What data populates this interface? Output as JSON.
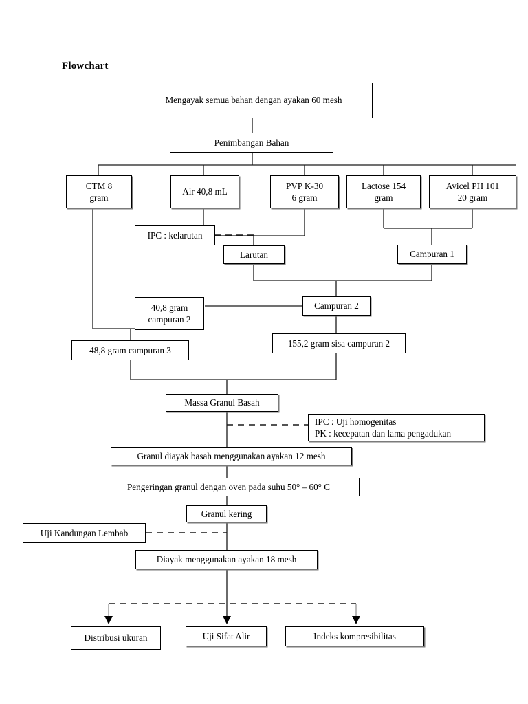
{
  "page": {
    "title": "Flowchart",
    "language": "id",
    "background_color": "#ffffff",
    "line_color": "#1a1a1a",
    "box_border_color": "#000000"
  },
  "chart_data": {
    "type": "diagram",
    "diagram_kind": "process-flowchart",
    "title": "Flowchart",
    "orientation": "top-to-bottom",
    "node_count": 21,
    "nodes": [
      {
        "id": "n1",
        "label": "Mengayak semua bahan dengan ayakan 60 mesh",
        "shape": "rect",
        "role": "process"
      },
      {
        "id": "n2",
        "label": "Penimbangan Bahan",
        "shape": "rect",
        "role": "process"
      },
      {
        "id": "n3",
        "label": "CTM 8\ngram",
        "line1": "CTM 8",
        "line2": "gram",
        "shape": "rect",
        "role": "material"
      },
      {
        "id": "n4",
        "label": "Air 40,8 mL",
        "line1": "Air 40,8 mL",
        "line2": "",
        "shape": "rect",
        "role": "material"
      },
      {
        "id": "n5",
        "label": "PVP K-30\n6 gram",
        "line1": "PVP K-30",
        "line2": "6 gram",
        "shape": "rect",
        "role": "material"
      },
      {
        "id": "n6",
        "label": "Lactose 154\ngram",
        "line1": "Lactose 154",
        "line2": "gram",
        "shape": "rect",
        "role": "material"
      },
      {
        "id": "n7",
        "label": "Avicel PH 101\n20 gram",
        "line1": "Avicel PH 101",
        "line2": "20 gram",
        "shape": "rect",
        "role": "material"
      },
      {
        "id": "n8",
        "label": "IPC : kelarutan",
        "shape": "rect",
        "role": "control-check"
      },
      {
        "id": "n9",
        "label": "Larutan",
        "shape": "rect",
        "role": "intermediate"
      },
      {
        "id": "n10",
        "label": "Campuran 1",
        "shape": "rect",
        "role": "intermediate"
      },
      {
        "id": "n11",
        "label": "40,8 gram\ncampuran 2",
        "line1": "40,8 gram",
        "line2": "campuran 2",
        "shape": "rect",
        "role": "intermediate"
      },
      {
        "id": "n12",
        "label": "Campuran 2",
        "shape": "rect",
        "role": "intermediate"
      },
      {
        "id": "n13",
        "label": "48,8 gram campuran 3",
        "shape": "rect",
        "role": "intermediate"
      },
      {
        "id": "n14",
        "label": "155,2 gram sisa campuran 2",
        "shape": "rect",
        "role": "intermediate"
      },
      {
        "id": "n15",
        "label": "Massa Granul Basah",
        "shape": "rect",
        "role": "intermediate"
      },
      {
        "id": "n16",
        "label": "IPC : Uji homogenitas\nPK : kecepatan dan lama pengadukan",
        "line1": "IPC : Uji homogenitas",
        "line2": "PK : kecepatan dan lama pengadukan",
        "shape": "rect",
        "role": "control-check",
        "align": "left"
      },
      {
        "id": "n17",
        "label": "Granul diayak basah menggunakan ayakan 12 mesh",
        "shape": "rect",
        "role": "process"
      },
      {
        "id": "n18",
        "label": "Pengeringan granul dengan oven pada suhu 50° – 60° C",
        "shape": "rect",
        "role": "process"
      },
      {
        "id": "n19",
        "label": "Granul kering",
        "shape": "rect",
        "role": "intermediate"
      },
      {
        "id": "n20",
        "label": "Uji Kandungan Lembab",
        "shape": "rect",
        "role": "control-check"
      },
      {
        "id": "n21",
        "label": "Diayak menggunakan ayakan 18 mesh",
        "shape": "rect",
        "role": "process"
      },
      {
        "id": "n22",
        "label": "Distribusi ukuran",
        "shape": "rect",
        "role": "output-test"
      },
      {
        "id": "n23",
        "label": "Uji Sifat Alir",
        "shape": "rect",
        "role": "output-test"
      },
      {
        "id": "n24",
        "label": "Indeks kompresibilitas",
        "shape": "rect",
        "role": "output-test"
      }
    ],
    "edges": [
      {
        "from": "n1",
        "to": "n2",
        "style": "solid"
      },
      {
        "from": "n2",
        "to": "n3",
        "style": "solid"
      },
      {
        "from": "n2",
        "to": "n4",
        "style": "solid"
      },
      {
        "from": "n2",
        "to": "n5",
        "style": "solid"
      },
      {
        "from": "n2",
        "to": "n6",
        "style": "solid"
      },
      {
        "from": "n2",
        "to": "n7",
        "style": "solid"
      },
      {
        "from": "n4",
        "to": "n9",
        "style": "solid"
      },
      {
        "from": "n5",
        "to": "n9",
        "style": "solid"
      },
      {
        "from": "n8",
        "to": "n9",
        "style": "dashed"
      },
      {
        "from": "n6",
        "to": "n10",
        "style": "solid"
      },
      {
        "from": "n7",
        "to": "n10",
        "style": "solid"
      },
      {
        "from": "n9",
        "to": "n12",
        "style": "solid"
      },
      {
        "from": "n10",
        "to": "n12",
        "style": "solid"
      },
      {
        "from": "n12",
        "to": "n11",
        "style": "solid"
      },
      {
        "from": "n12",
        "to": "n14",
        "style": "solid"
      },
      {
        "from": "n3",
        "to": "n13",
        "style": "solid"
      },
      {
        "from": "n11",
        "to": "n13",
        "style": "solid"
      },
      {
        "from": "n13",
        "to": "n15",
        "style": "solid"
      },
      {
        "from": "n14",
        "to": "n15",
        "style": "solid"
      },
      {
        "from": "n15",
        "to": "n16",
        "style": "dashed"
      },
      {
        "from": "n15",
        "to": "n17",
        "style": "solid"
      },
      {
        "from": "n17",
        "to": "n18",
        "style": "solid"
      },
      {
        "from": "n18",
        "to": "n19",
        "style": "solid"
      },
      {
        "from": "n19",
        "to": "n20",
        "style": "dashed"
      },
      {
        "from": "n19",
        "to": "n21",
        "style": "solid"
      },
      {
        "from": "n21",
        "to": "n22",
        "style": "dashed",
        "arrow": true
      },
      {
        "from": "n21",
        "to": "n23",
        "style": "solid",
        "arrow": true
      },
      {
        "from": "n21",
        "to": "n24",
        "style": "dashed",
        "arrow": true
      }
    ]
  }
}
